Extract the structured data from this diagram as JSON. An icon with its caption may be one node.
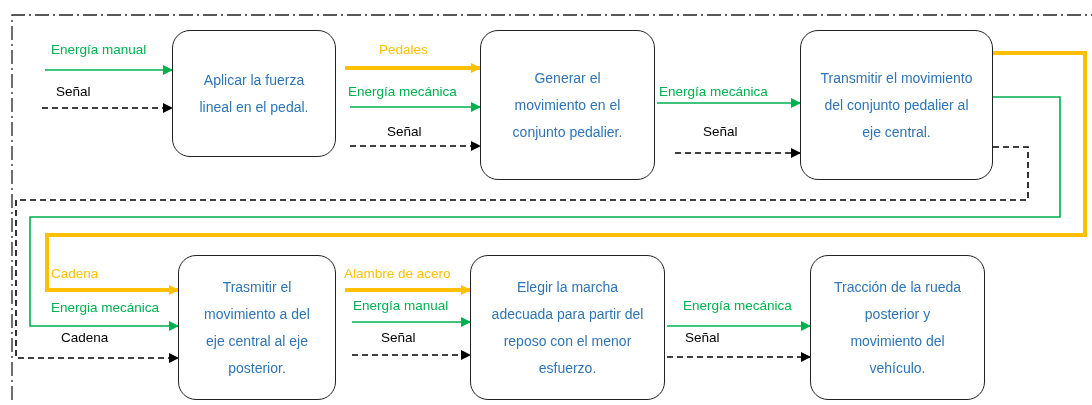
{
  "diagram": {
    "nodes": [
      {
        "text": [
          "Aplicar la fuerza lineal en el pedal."
        ]
      },
      {
        "text": [
          "Generar  el movimiento en el conjunto pedalier."
        ]
      },
      {
        "text": [
          "Transmitir el movimiento  del conjunto pedalier al eje central."
        ]
      },
      {
        "text": [
          "Trasmitir el movimiento a del eje central al eje posterior."
        ]
      },
      {
        "text": [
          "Elegir la marcha adecuada para partir del reposo con el menor esfuerzo."
        ]
      },
      {
        "text": [
          "Tracción de la rueda posterior  y movimiento del vehículo."
        ]
      }
    ],
    "edges": [
      {
        "from": null,
        "to": 0,
        "arrow": "to",
        "label": "Energía manual",
        "color": "#00b050"
      },
      {
        "from": null,
        "to": 0,
        "arrow": "to",
        "label": "Señal",
        "style": "dashed",
        "color": "#000000"
      },
      {
        "from": 0,
        "to": 1,
        "arrow": "to",
        "label": "Pedales",
        "style": "thick",
        "color": "#ffc000"
      },
      {
        "from": 0,
        "to": 1,
        "arrow": "to",
        "label": "Energía mecánica",
        "color": "#00b050"
      },
      {
        "from": 0,
        "to": 1,
        "arrow": "to",
        "label": "Señal",
        "style": "dashed",
        "color": "#000000"
      },
      {
        "from": 1,
        "to": 2,
        "arrow": "to",
        "label": "Energía mecánica",
        "color": "#00b050"
      },
      {
        "from": 1,
        "to": 2,
        "arrow": "to",
        "label": "Señal",
        "style": "dashed",
        "color": "#000000"
      },
      {
        "from": 2,
        "to": 3,
        "arrow": "to",
        "label": "Cadena",
        "style": "thick",
        "color": "#ffc000"
      },
      {
        "from": 2,
        "to": 3,
        "arrow": "to",
        "label": "Energia mecánica",
        "color": "#00b050"
      },
      {
        "from": 2,
        "to": 3,
        "arrow": "to",
        "label": "Cadena",
        "style": "dashed",
        "color": "#000000"
      },
      {
        "from": 3,
        "to": 4,
        "arrow": "to",
        "label": "Alambre de acero",
        "style": "thick",
        "color": "#ffc000"
      },
      {
        "from": 3,
        "to": 4,
        "arrow": "to",
        "label": "Energía manual",
        "color": "#00b050"
      },
      {
        "from": 3,
        "to": 4,
        "arrow": "to",
        "label": "Señal",
        "style": "dashed",
        "color": "#000000"
      },
      {
        "from": 4,
        "to": 5,
        "arrow": "to",
        "label": "Energía mecánica",
        "color": "#00b050"
      },
      {
        "from": 4,
        "to": 5,
        "arrow": "to",
        "label": "Señal",
        "style": "dashed",
        "color": "#000000"
      }
    ]
  }
}
